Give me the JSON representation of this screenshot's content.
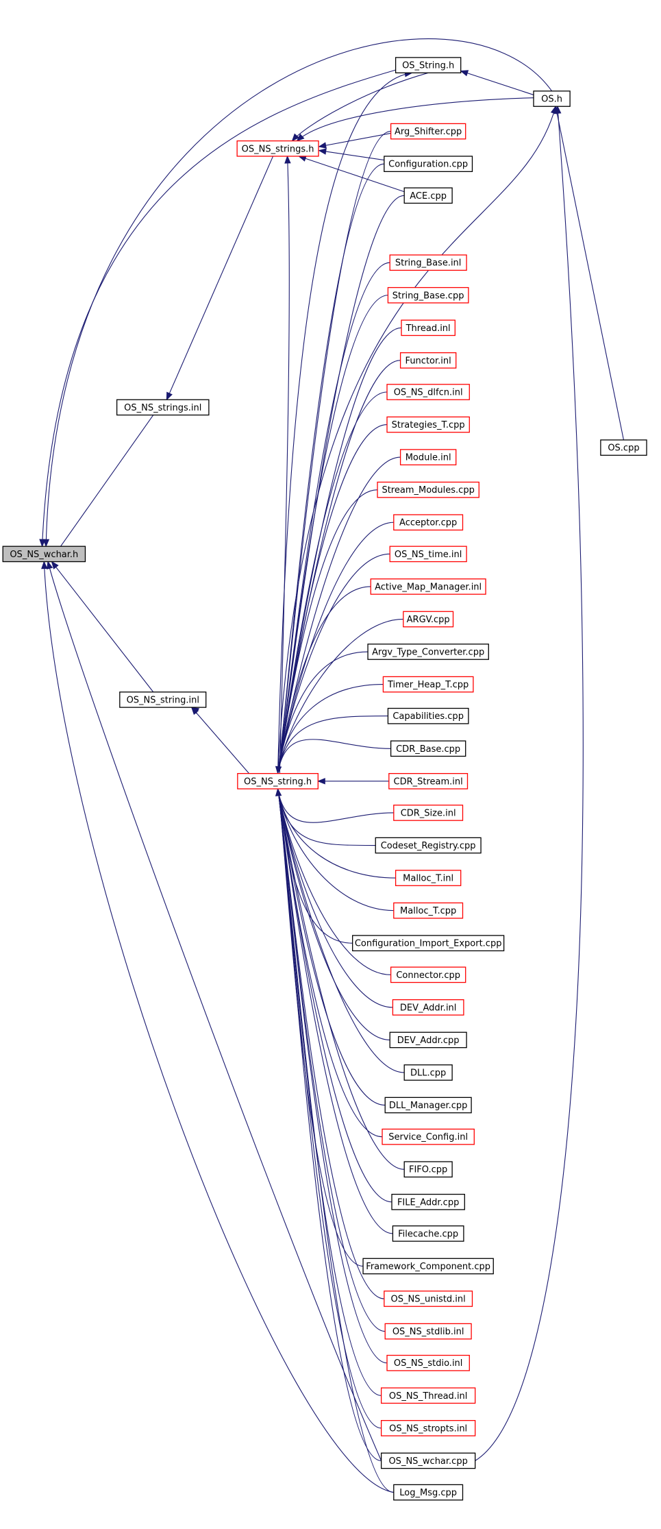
{
  "colors": {
    "edge": "#191970",
    "node_red": "#ff0000",
    "node_black": "#000000",
    "node_highlight": "#bfbfbf"
  },
  "graph": {
    "nodes": [
      {
        "id": "wchar_h",
        "label": "OS_NS_wchar.h",
        "style": "highlight"
      },
      {
        "id": "string_h",
        "label": "OS_String.h",
        "style": "black"
      },
      {
        "id": "os_h",
        "label": "OS.h",
        "style": "black"
      },
      {
        "id": "strings_h",
        "label": "OS_NS_strings.h",
        "style": "red"
      },
      {
        "id": "arg_shifter",
        "label": "Arg_Shifter.cpp",
        "style": "red"
      },
      {
        "id": "configuration",
        "label": "Configuration.cpp",
        "style": "black"
      },
      {
        "id": "ace",
        "label": "ACE.cpp",
        "style": "black"
      },
      {
        "id": "strings_inl",
        "label": "OS_NS_strings.inl",
        "style": "black"
      },
      {
        "id": "os_cpp",
        "label": "OS.cpp",
        "style": "black"
      },
      {
        "id": "string_inl",
        "label": "OS_NS_string.inl",
        "style": "black"
      },
      {
        "id": "ns_string_h",
        "label": "OS_NS_string.h",
        "style": "red"
      },
      {
        "id": "string_base_inl",
        "label": "String_Base.inl",
        "style": "red"
      },
      {
        "id": "string_base_cpp",
        "label": "String_Base.cpp",
        "style": "red"
      },
      {
        "id": "thread_inl",
        "label": "Thread.inl",
        "style": "red"
      },
      {
        "id": "functor_inl",
        "label": "Functor.inl",
        "style": "red"
      },
      {
        "id": "dlfcn_inl",
        "label": "OS_NS_dlfcn.inl",
        "style": "red"
      },
      {
        "id": "strategies",
        "label": "Strategies_T.cpp",
        "style": "red"
      },
      {
        "id": "module_inl",
        "label": "Module.inl",
        "style": "red"
      },
      {
        "id": "stream_modules",
        "label": "Stream_Modules.cpp",
        "style": "red"
      },
      {
        "id": "acceptor",
        "label": "Acceptor.cpp",
        "style": "red"
      },
      {
        "id": "time_inl",
        "label": "OS_NS_time.inl",
        "style": "red"
      },
      {
        "id": "active_map",
        "label": "Active_Map_Manager.inl",
        "style": "red"
      },
      {
        "id": "argv",
        "label": "ARGV.cpp",
        "style": "red"
      },
      {
        "id": "argv_type",
        "label": "Argv_Type_Converter.cpp",
        "style": "black"
      },
      {
        "id": "timer_heap",
        "label": "Timer_Heap_T.cpp",
        "style": "red"
      },
      {
        "id": "capabilities",
        "label": "Capabilities.cpp",
        "style": "black"
      },
      {
        "id": "cdr_base",
        "label": "CDR_Base.cpp",
        "style": "black"
      },
      {
        "id": "cdr_stream",
        "label": "CDR_Stream.inl",
        "style": "red"
      },
      {
        "id": "cdr_size",
        "label": "CDR_Size.inl",
        "style": "red"
      },
      {
        "id": "codeset",
        "label": "Codeset_Registry.cpp",
        "style": "black"
      },
      {
        "id": "malloc_inl",
        "label": "Malloc_T.inl",
        "style": "red"
      },
      {
        "id": "malloc_cpp",
        "label": "Malloc_T.cpp",
        "style": "red"
      },
      {
        "id": "config_ie",
        "label": "Configuration_Import_Export.cpp",
        "style": "black"
      },
      {
        "id": "connector",
        "label": "Connector.cpp",
        "style": "red"
      },
      {
        "id": "dev_addr_inl",
        "label": "DEV_Addr.inl",
        "style": "red"
      },
      {
        "id": "dev_addr_cpp",
        "label": "DEV_Addr.cpp",
        "style": "black"
      },
      {
        "id": "dll",
        "label": "DLL.cpp",
        "style": "black"
      },
      {
        "id": "dll_manager",
        "label": "DLL_Manager.cpp",
        "style": "black"
      },
      {
        "id": "service_config",
        "label": "Service_Config.inl",
        "style": "red"
      },
      {
        "id": "fifo",
        "label": "FIFO.cpp",
        "style": "black"
      },
      {
        "id": "file_addr",
        "label": "FILE_Addr.cpp",
        "style": "black"
      },
      {
        "id": "filecache",
        "label": "Filecache.cpp",
        "style": "black"
      },
      {
        "id": "framework",
        "label": "Framework_Component.cpp",
        "style": "black"
      },
      {
        "id": "unistd",
        "label": "OS_NS_unistd.inl",
        "style": "red"
      },
      {
        "id": "stdlib",
        "label": "OS_NS_stdlib.inl",
        "style": "red"
      },
      {
        "id": "stdio",
        "label": "OS_NS_stdio.inl",
        "style": "red"
      },
      {
        "id": "ns_thread",
        "label": "OS_NS_Thread.inl",
        "style": "red"
      },
      {
        "id": "stropts",
        "label": "OS_NS_stropts.inl",
        "style": "red"
      },
      {
        "id": "wchar_cpp",
        "label": "OS_NS_wchar.cpp",
        "style": "black"
      },
      {
        "id": "log_msg",
        "label": "Log_Msg.cpp",
        "style": "black"
      }
    ]
  }
}
